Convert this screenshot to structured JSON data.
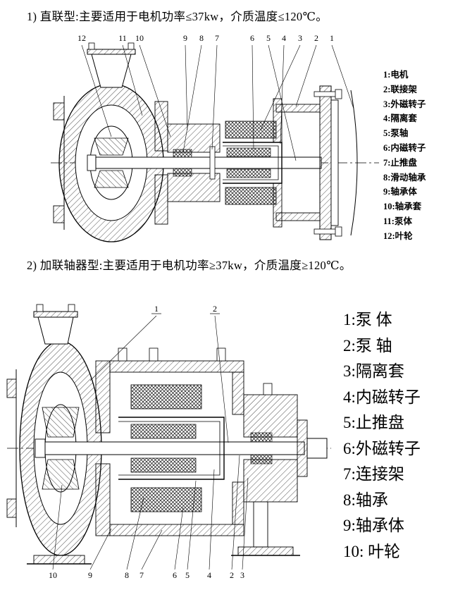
{
  "page": {
    "heading1": "1) 直联型:主要适用于电机功率≤37kw，介质温度≤120℃。",
    "heading2": "2) 加联轴器型:主要适用于电机功率≥37kw，介质温度≥120℃。"
  },
  "diagram1": {
    "callouts": [
      "12",
      "11",
      "10",
      "9",
      "8",
      "7",
      "6",
      "5",
      "4",
      "3",
      "2",
      "1"
    ],
    "legend": [
      "1:电机",
      "2:联接架",
      "3:外磁转子",
      "4:隔离套",
      "5:泵轴",
      "6:内磁转子",
      "7:止推盘",
      "8:滑动轴承",
      "9:轴承体",
      "10:轴承套",
      "11:泵体",
      "12:叶轮"
    ]
  },
  "diagram2": {
    "callouts_top": [
      "1",
      "2"
    ],
    "callouts_bottom": [
      "10",
      "9",
      "8",
      "7",
      "6",
      "5",
      "4",
      "2",
      "3"
    ],
    "legend": [
      "1:泵 体",
      "2:泵 轴",
      "3:隔离套",
      "4:内磁转子",
      "5:止推盘",
      "6:外磁转子",
      "7:连接架",
      "8:轴承",
      "9:轴承体",
      "10: 叶轮"
    ]
  }
}
